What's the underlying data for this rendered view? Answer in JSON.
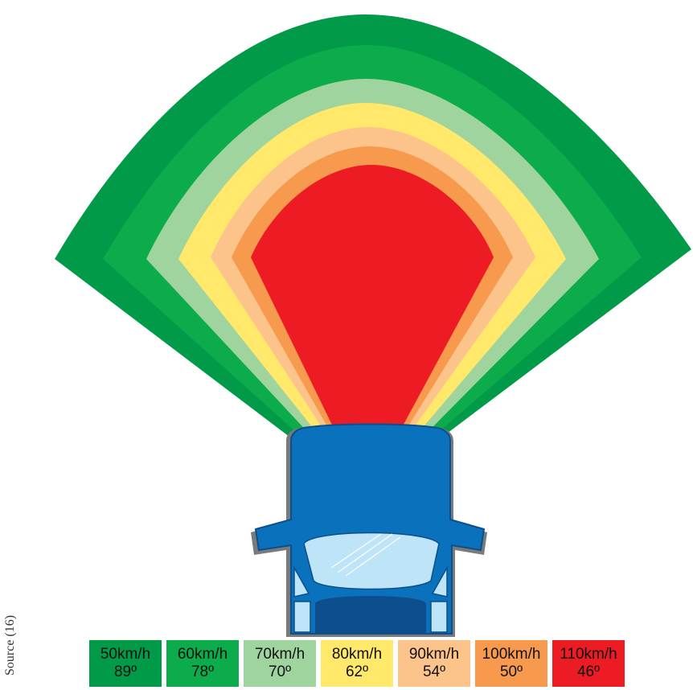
{
  "source_label": "Source (16)",
  "zones": [
    {
      "speed": "50km/h",
      "angle": "89º",
      "color": "#009A48"
    },
    {
      "speed": "60km/h",
      "angle": "78º",
      "color": "#0CAB4B"
    },
    {
      "speed": "70km/h",
      "angle": "70º",
      "color": "#9FD49E"
    },
    {
      "speed": "80km/h",
      "angle": "62º",
      "color": "#FFE86A"
    },
    {
      "speed": "90km/h",
      "angle": "54º",
      "color": "#FCC48A"
    },
    {
      "speed": "100km/h",
      "angle": "50º",
      "color": "#F79A4E"
    },
    {
      "speed": "110km/h",
      "angle": "46º",
      "color": "#ED1C24"
    }
  ],
  "car": {
    "body_color": "#0A72BC",
    "outline_color": "#0D4E8C",
    "glass_color": "#BDE4F7"
  }
}
